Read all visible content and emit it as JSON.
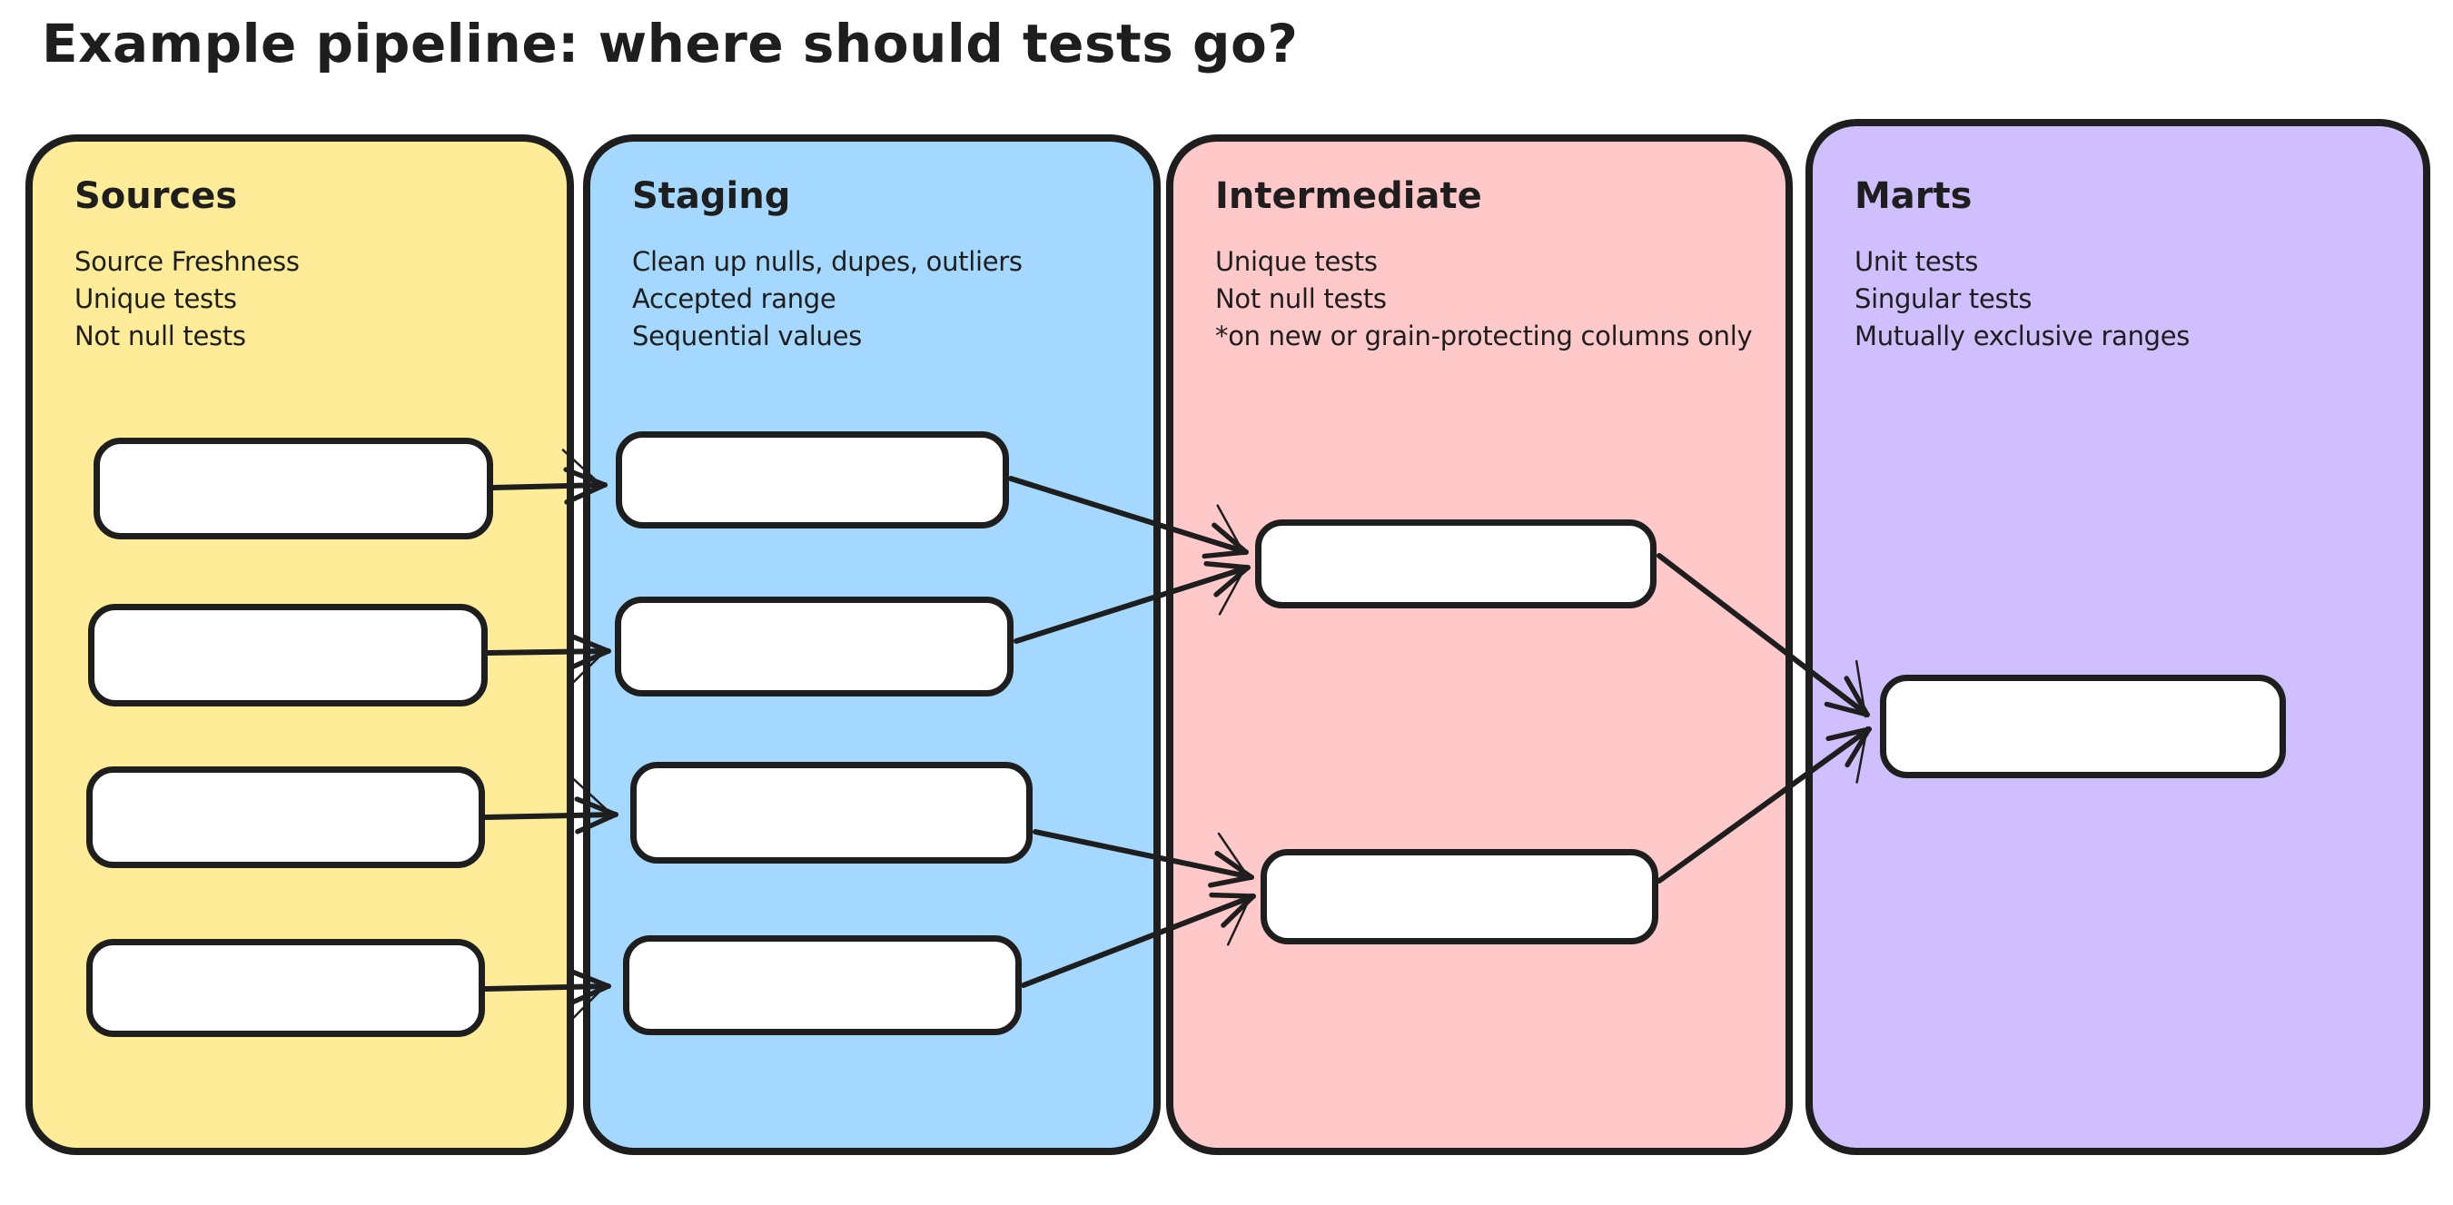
{
  "title": "Example pipeline: where should tests go?",
  "palette": {
    "stroke": "#1e1e1e",
    "node_fill": "#ffffff",
    "background": "#ffffff",
    "sources": "#ffec99",
    "staging": "#a5d8ff",
    "intermediate": "#ffc9c9",
    "marts": "#d0bfff"
  },
  "columns": [
    {
      "id": "sources",
      "label": "Sources",
      "notes": [
        "Source Freshness",
        "Unique tests",
        "Not null tests"
      ],
      "node_count": 4
    },
    {
      "id": "staging",
      "label": "Staging",
      "notes": [
        "Clean up nulls, dupes, outliers",
        "Accepted range",
        "Sequential values"
      ],
      "node_count": 4
    },
    {
      "id": "intermediate",
      "label": "Intermediate",
      "notes": [
        "Unique tests",
        "Not null tests",
        "*on new or grain-protecting columns only"
      ],
      "node_count": 2
    },
    {
      "id": "marts",
      "label": "Marts",
      "notes": [
        "Unit tests",
        "Singular tests",
        "Mutually exclusive ranges"
      ],
      "node_count": 1
    }
  ],
  "edges": [
    {
      "from": "sources-1",
      "to": "staging-1"
    },
    {
      "from": "sources-2",
      "to": "staging-2"
    },
    {
      "from": "sources-3",
      "to": "staging-3"
    },
    {
      "from": "sources-4",
      "to": "staging-4"
    },
    {
      "from": "staging-1",
      "to": "intermediate-1"
    },
    {
      "from": "staging-2",
      "to": "intermediate-1"
    },
    {
      "from": "staging-3",
      "to": "intermediate-2"
    },
    {
      "from": "staging-4",
      "to": "intermediate-2"
    },
    {
      "from": "intermediate-1",
      "to": "marts-1"
    },
    {
      "from": "intermediate-2",
      "to": "marts-1"
    }
  ]
}
